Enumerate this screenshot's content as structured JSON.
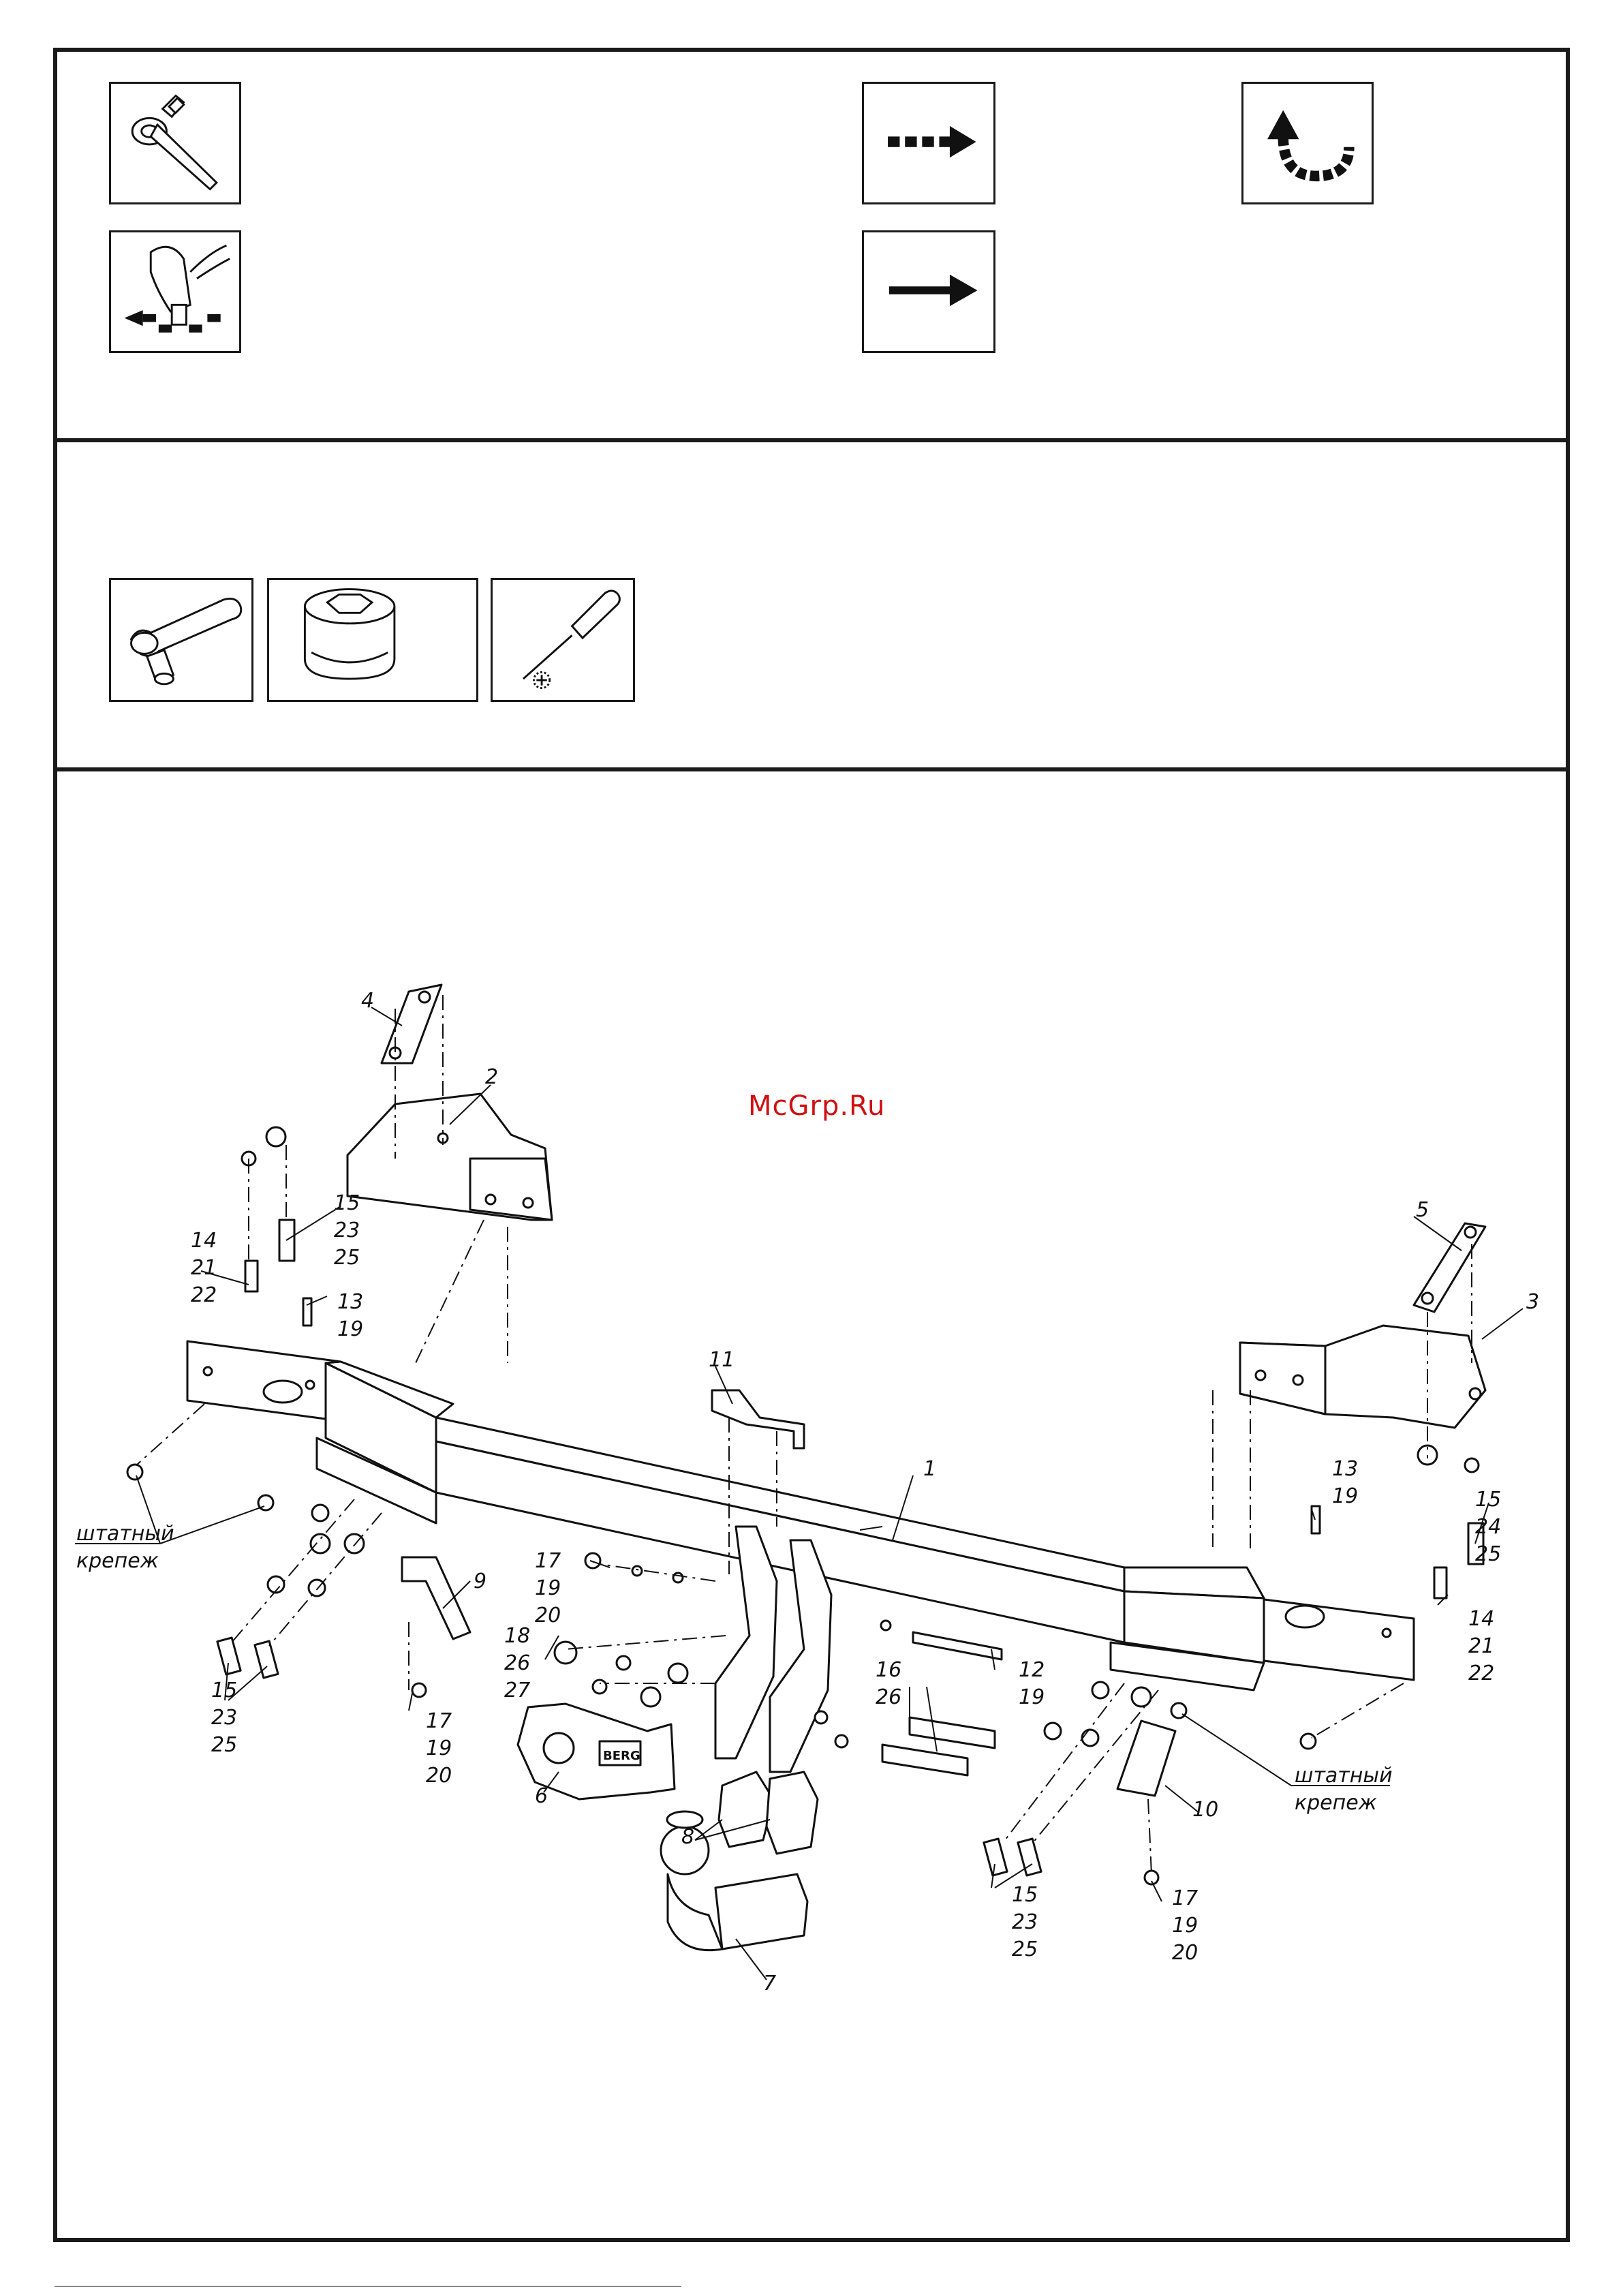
{
  "watermark": "McGrp.Ru",
  "legend_icons": [
    {
      "name": "ratchet-wrench-torque-icon"
    },
    {
      "name": "dashed-arrow-icon"
    },
    {
      "name": "curved-arrow-up-icon"
    },
    {
      "name": "hand-tighten-icon"
    },
    {
      "name": "solid-arrow-icon"
    }
  ],
  "tools": [
    {
      "name": "ratchet-icon"
    },
    {
      "name": "socket-icon"
    },
    {
      "name": "screwdriver-icon"
    }
  ],
  "diagram": {
    "labels": {
      "p1": "1",
      "p2": "2",
      "p3": "3",
      "p4": "4",
      "p5": "5",
      "p6": "6",
      "p7": "7",
      "p8": "8",
      "p9": "9",
      "p10": "10",
      "p11": "11",
      "p12": "12",
      "p12b": "19",
      "p13a": "13",
      "p13b": "19",
      "p13c": "13",
      "p13d": "19",
      "p14a": "14",
      "p14b": "21",
      "p14c": "22",
      "p14d": "14",
      "p14e": "21",
      "p14f": "22",
      "p15a": "15",
      "p15b": "23",
      "p15c": "25",
      "p15d": "15",
      "p15e": "24",
      "p15f": "25",
      "p15g": "15",
      "p15h": "23",
      "p15i": "25",
      "p15j": "15",
      "p15k": "23",
      "p15l": "25",
      "p16a": "16",
      "p16b": "26",
      "p17a": "17",
      "p17b": "19",
      "p17c": "20",
      "p17d": "17",
      "p17e": "19",
      "p17f": "20",
      "p17g": "17",
      "p17h": "19",
      "p17i": "20",
      "p18a": "18",
      "p18b": "26",
      "p18c": "27",
      "std1a": "штатный",
      "std1b": "крепеж",
      "std2a": "штатный",
      "std2b": "крепеж",
      "berg": "BERG"
    }
  }
}
